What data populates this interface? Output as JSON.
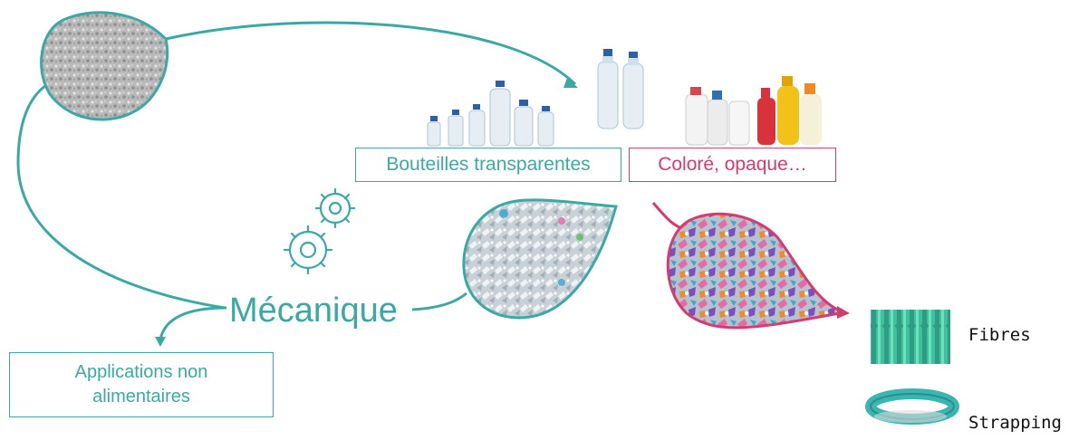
{
  "colors": {
    "teal": "#3aa9a3",
    "pink": "#d63a6f"
  },
  "labels": {
    "bouteilles": "Bouteilles transparentes",
    "colore": "Coloré, opaque…",
    "mecanique": "Mécanique",
    "applications_line1": "Applications non",
    "applications_line2": "alimentaires",
    "fibres": "Fibres",
    "strapping": "Strapping"
  },
  "icons": [
    "gears-icon",
    "arrow-icon"
  ],
  "images": [
    "recycled-flakes-drop",
    "transparent-bottles-photo",
    "colored-bottles-photo",
    "clear-pet-flakes-drop",
    "mixed-colored-plastic-drop",
    "fibres-spools-photo",
    "strapping-band-photo"
  ]
}
